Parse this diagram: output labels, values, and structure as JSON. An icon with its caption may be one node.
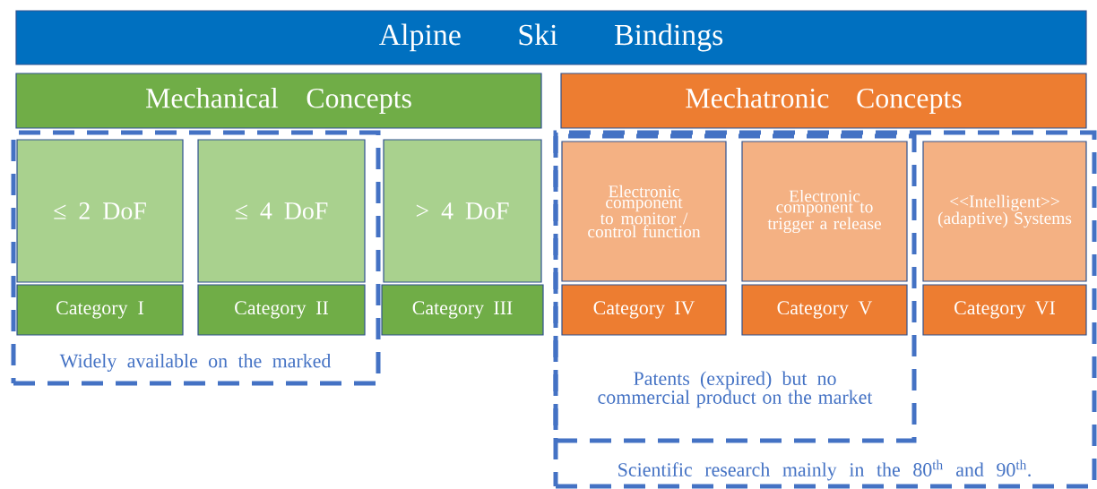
{
  "diagram": {
    "nodes": [
      {
        "text": [
          "Alpine Ski Bindings"
        ]
      },
      {
        "text": [
          "Mechanical Concepts"
        ]
      },
      {
        "text": [
          "Mechatronic Concepts"
        ]
      },
      {
        "text": [
          "Widely available on the marked"
        ]
      },
      {
        "text": [
          "≤ 2 DoF"
        ],
        "in": 3
      },
      {
        "text": [
          "≤ 4 DoF"
        ],
        "in": 3
      },
      {
        "text": [
          "> 4 DoF"
        ]
      },
      {
        "text": [
          "Category  I"
        ],
        "in": 3
      },
      {
        "text": [
          "Category  II"
        ],
        "in": 3
      },
      {
        "text": [
          "Category  III"
        ]
      },
      {
        "text": [
          "Scientific research mainly in the 80$^{th}$ and 90$^{th}$."
        ]
      },
      {
        "text": [
          "Patents (expired) but no commercial product on the market"
        ],
        "in": 10
      },
      {
        "text": [
          "Electronic component to monitor / control function"
        ],
        "in": 11
      },
      {
        "text": [
          "Electronic component to trigger a release"
        ],
        "in": 11
      },
      {
        "text": [
          "<<Intelligent>> (adaptive) Systems"
        ],
        "in": 10
      },
      {
        "text": [
          "Category  IV"
        ],
        "in": 11
      },
      {
        "text": [
          "Category  V"
        ],
        "in": 11
      },
      {
        "text": [
          "Category  VI"
        ],
        "in": 10
      }
    ]
  }
}
